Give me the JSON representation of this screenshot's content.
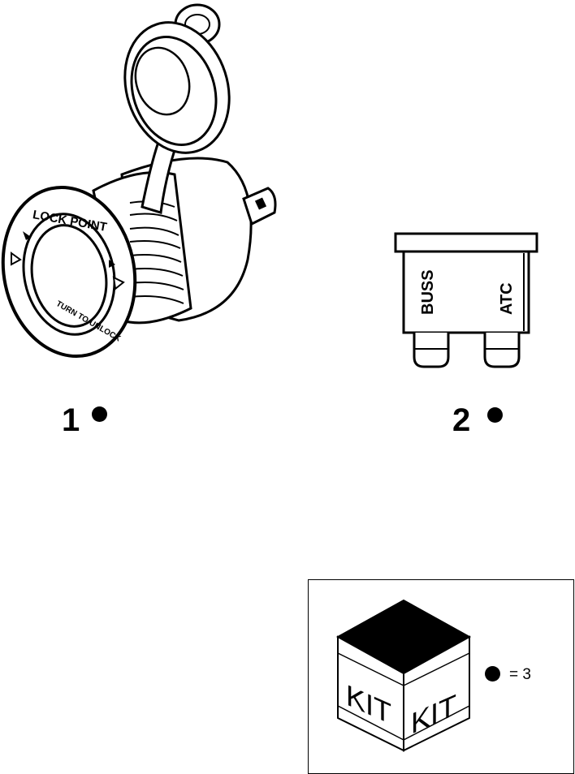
{
  "socket": {
    "ring_text_top": "LOCK POINT",
    "ring_text_bottom": "TURN TO UNLOCK"
  },
  "fuse": {
    "label_left": "BUSS",
    "label_right": "ATC"
  },
  "callouts": {
    "item1": "1",
    "item2": "2"
  },
  "kit": {
    "face_left": "KIT",
    "face_right": "KIT",
    "legend": "= 3"
  }
}
